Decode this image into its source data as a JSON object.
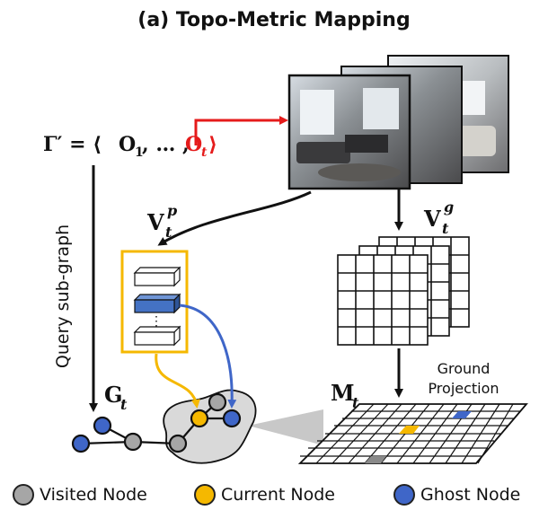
{
  "title": "(a) Topo-Metric Mapping",
  "formula": {
    "lhs": "Γ′ = ⟨",
    "o1": "O",
    "o1_sub": "1",
    "sep": ", … , ",
    "ot": "O",
    "ot_sub": "t",
    "rhs": "⟩"
  },
  "labels": {
    "vp_base": "V",
    "vp_sub": "t",
    "vp_sup": "p",
    "vg_base": "V",
    "vg_sub": "t",
    "vg_sup": "g",
    "mt_base": "M",
    "mt_sub": "t",
    "gt_base": "G",
    "gt_sub": "t",
    "query": "Query sub-graph",
    "ground_line1": "Ground",
    "ground_line2": "Projection",
    "vdots": "⋮"
  },
  "legend": [
    {
      "label": "Visited Node",
      "color": "#a6a6a6"
    },
    {
      "label": "Current Node",
      "color": "#f5b800"
    },
    {
      "label": "Ghost Node",
      "color": "#3f66c8"
    }
  ],
  "colors": {
    "red": "#e51b1b",
    "yellow": "#f5b800",
    "blue": "#3f66c8",
    "feature_blue": "#4472c4",
    "gray_node": "#a6a6a6",
    "region": "#d9d9d9"
  }
}
